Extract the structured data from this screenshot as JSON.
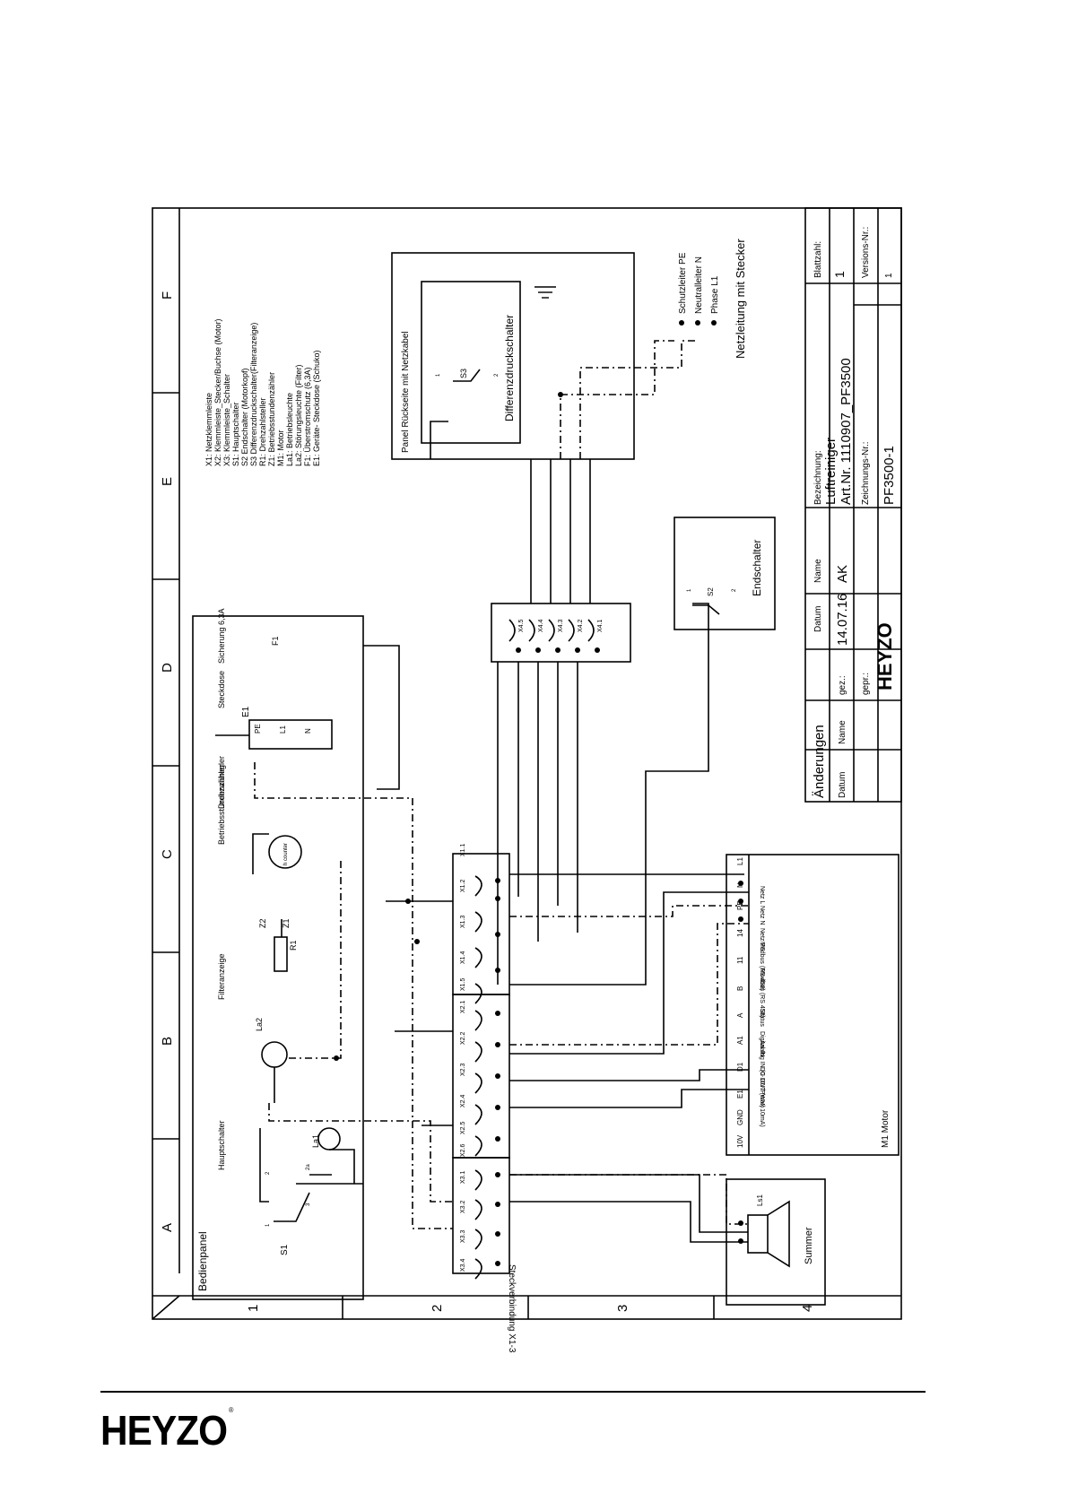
{
  "frame": {
    "columns": [
      "A",
      "B",
      "C",
      "D",
      "E",
      "F"
    ],
    "rows": [
      "1",
      "2",
      "3",
      "4"
    ]
  },
  "legend": [
    "X1: Netzklemmleiste",
    "X2: Klemmleiste_Stecker/Buchse (Motor)",
    "X3: Klemmleiste_Schalter",
    "S1: Hauptschalter",
    "S2 Endschalter (Motorkopf)",
    "S3 Differenzdruckschalter(Filteranzeige)",
    "R1: Drehzahlsteller",
    "Z1: Betriebsstundenzähler",
    "M1: Motor",
    "La1: Betriebsleuchte",
    "La2: Störungsleuchte (Filter)",
    "F1: Überstromschutz (6,3A)",
    "E1:  Geräte- Steckdose (Schuko)"
  ],
  "bedienpanel": {
    "title": "Bedienpanel",
    "components": {
      "hauptschalter": "Hauptschalter",
      "filteranzeige": "Filteranzeige",
      "drehzahlregler": "Drehzahlregler",
      "betriebsstundenzaehler": "Betriebsstundenzähler",
      "steckdose": "Steckdose",
      "sicherung": "Sicherung 6,3A"
    },
    "designators": {
      "s1": "S1",
      "la1": "La1",
      "la2": "La2",
      "r1": "R1",
      "z1": "Z1",
      "z2": "Z2",
      "f1": "F1",
      "e1": "E1",
      "counter": "h counter"
    },
    "socket_pins": [
      "PE",
      "L1",
      "N"
    ],
    "switch_pins": [
      "1",
      "2",
      "3",
      "2a",
      "3"
    ]
  },
  "steckverbindung": {
    "label": "Steckverbindung X1-3",
    "x1": [
      "X1.1",
      "X1.2",
      "X1.3",
      "X1.4",
      "X1.5"
    ],
    "x2": [
      "X2.1",
      "X2.2",
      "X2.3",
      "X2.4",
      "X2.5",
      "X2.6"
    ],
    "x3": [
      "X3.1",
      "X3.2",
      "X3.3",
      "X3.4"
    ]
  },
  "x4": [
    "X4.5",
    "X4.4",
    "X4.3",
    "X4.2",
    "X4.1"
  ],
  "panel_rueckseite": {
    "title": "Panel Rückseite mit Netzkabel",
    "switch_label": "Differenzdruckschalter",
    "switch_id": "S3",
    "pins": [
      "1",
      "2"
    ]
  },
  "netzleitung": {
    "title": "Netzleitung mit Stecker",
    "wires": [
      "Schutzleiter PE",
      "Neutralleiter N",
      "Phase L1"
    ]
  },
  "endschalter": {
    "title": "Endschalter",
    "id": "S2",
    "pins": [
      "1",
      "2"
    ]
  },
  "motor": {
    "title": "M1  Motor",
    "pins": [
      "10V",
      "GND",
      "E1",
      "D1",
      "A1",
      "A",
      "B",
      "11",
      "14",
      "PE",
      "N",
      "L1"
    ],
    "descriptions": [
      "DC OUT (max 10mA)",
      "Analog IN (0-10V/PWM)",
      "Digital IN",
      "Status",
      "Modbus (RS 458)",
      "Modbus (RS 458)",
      "",
      "",
      "Netz PE",
      "Netz N",
      "Netz L"
    ]
  },
  "summer": {
    "title": "Summer",
    "id": "Ls1"
  },
  "title_block": {
    "aenderungen": "Änderungen",
    "datum_col": "Datum",
    "name_col": "Name",
    "datum_head": "Datum",
    "name_head": "Name",
    "gez": "gez.:",
    "gez_date": "14.07.16",
    "gez_name": "AK",
    "gepr": "gepr.:",
    "bezeichnung_label": "Bezeichnung:",
    "bezeichnung_1": "Luftreiniger",
    "bezeichnung_2": "Art.Nr. 1110907_PF3500",
    "zeichnungs_label": "Zeichnungs-Nr.:",
    "zeichnungs_nr": "PF3500-1",
    "blattzahl_label": "Blattzahl:",
    "blattzahl": "1",
    "versions_label": "Versions-Nr.:",
    "versions_nr": "1",
    "logo": "HEYZO"
  },
  "footer": {
    "logo": "HEYZO",
    "reg": "®"
  }
}
